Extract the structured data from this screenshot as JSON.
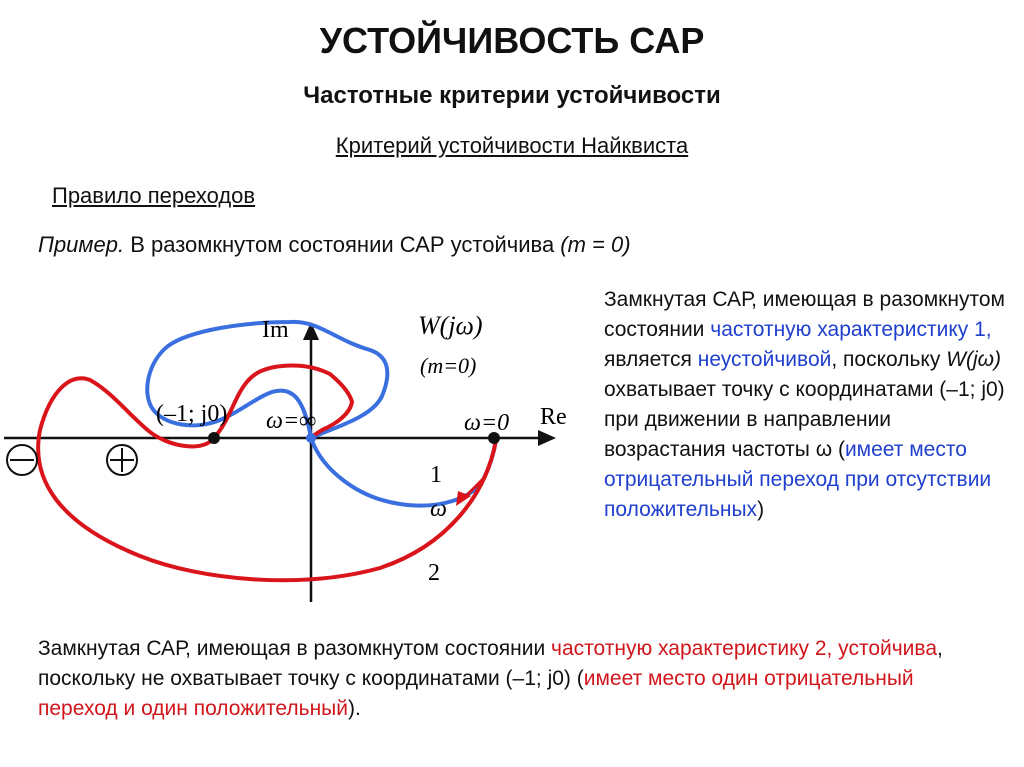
{
  "title": "УСТОЙЧИВОСТЬ САР",
  "subtitle": "Частотные критерии устойчивости",
  "criterion": "Критерий устойчивости Найквиста",
  "rule": "Правило переходов",
  "example": {
    "prefix": "Пример.",
    "text": " В разомкнутом состоянии САР устойчива ",
    "condition": "(m = 0)"
  },
  "diagram": {
    "label_im": "Im",
    "label_re": "Re",
    "label_w": "W(jω)",
    "label_m": "(m=0)",
    "label_point": "(–1; j0)",
    "label_omega_inf": "ω=∞",
    "label_omega_zero": "ω=0",
    "label_curve1": "1",
    "label_curve2": "2",
    "label_omega_arrow": "ω",
    "sign_minus": "minus-circle",
    "sign_plus": "plus-circle"
  },
  "side_text": {
    "p1": "Замкнутая САР, имеющая в разомкнутом состоянии ",
    "p2": "частотную характеристику 1,",
    "p3": " является ",
    "p4": "неустойчивой",
    "p5": ", поскольку ",
    "p6": "W(jω)",
    "p7": " охватывает точку с координатами (–1; j0) при движении в направлении возрастания частоты ω (",
    "p8": "имеет место отрицательный переход при отсутствии положительных",
    "p9": ")"
  },
  "bottom_text": {
    "p1": "Замкнутая САР, имеющая в разомкнутом состоянии ",
    "p2": "частотную характеристику 2, устойчива",
    "p3": ", поскольку не охватывает точку с координатами (–1; j0) (",
    "p4": "имеет место один отрицательный переход и один положительный",
    "p5": ")."
  },
  "colors": {
    "blue": "#3a6fe0",
    "red": "#d9141b",
    "text_blue": "#1f3fcf",
    "text_red": "#d1161b"
  }
}
